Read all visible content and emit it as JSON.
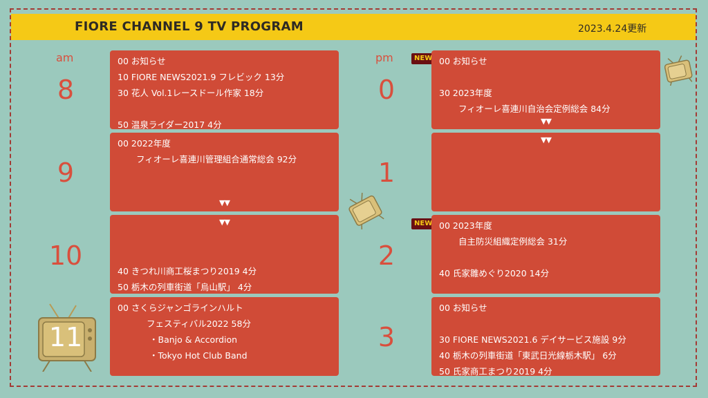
{
  "header": {
    "title": "FIORE CHANNEL 9 TV PROGRAM",
    "updated": "2023.4.24更新"
  },
  "am_label": "am",
  "pm_label": "pm",
  "hours": {
    "h8": "8",
    "h9": "9",
    "h10": "10",
    "h11": "11",
    "h0": "0",
    "h1": "1",
    "h2": "2",
    "h3": "3"
  },
  "arrow_symbol": "▼▼",
  "new_badge": "NEW",
  "blocks": {
    "b8": [
      "00  お知らせ",
      "10  FIORE NEWS2021.9  フレビック  13分",
      "30  花人  Vol.1レースドール作家    18分",
      "",
      "50  温泉ライダー2017    4分"
    ],
    "b9": [
      "00  2022年度",
      "フィオーレ喜連川管理組合通常総会    92分"
    ],
    "b10": [
      "40  きつれ川商工桜まつり2019  4分",
      "50  栃木の列車街道「烏山駅」  4分"
    ],
    "b11": [
      "00  さくらジャンゴラインハルト",
      "フェスティバル2022  58分",
      "・Banjo  &  Accordion",
      "・Tokyo  Hot  Club  Band"
    ],
    "b0": [
      "00  お知らせ",
      "",
      "30  2023年度",
      "フィオーレ喜連川自治会定例総会  84分"
    ],
    "b2": [
      "00    2023年度",
      "自主防災組織定例総会  31分",
      "",
      "40  氏家雛めぐり2020  14分"
    ],
    "b3": [
      "00  お知らせ",
      "",
      "30  FIORE  NEWS2021.6  デイサービス施設  9分",
      "40  栃木の列車街道「東武日光線栃木駅」  6分",
      "50  氏家商工まつり2019    4分"
    ]
  },
  "colors": {
    "background": "#9bc9bd",
    "header": "#f5c916",
    "block": "#d04b37",
    "hour_text": "#d94f3d",
    "badge": "#6a0f12"
  },
  "icons": [
    "tv-icon-large",
    "tv-icon-small-tilted",
    "tv-icon-top-right"
  ]
}
